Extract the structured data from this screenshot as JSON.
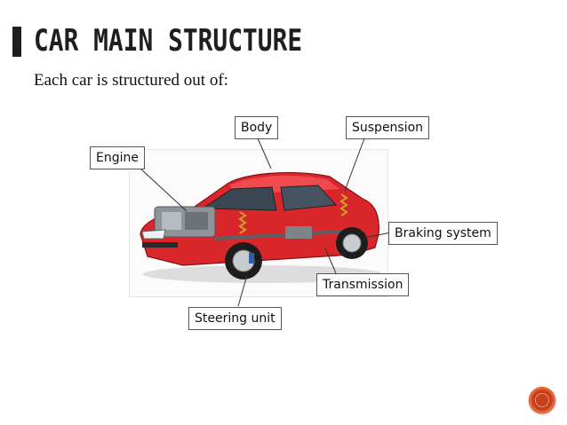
{
  "slide": {
    "title": "CAR MAIN STRUCTURE",
    "subtitle": "Each car is structured out of:"
  },
  "callouts": {
    "body": "Body",
    "suspension": "Suspension",
    "engine": "Engine",
    "braking": "Braking system",
    "transmission": "Transmission",
    "steering": "Steering unit"
  },
  "colors": {
    "car_red": "#d8262b",
    "nav_button": "#c7401a"
  },
  "icons": {
    "nav": "next-slide-icon",
    "figure": "car-cutaway-icon"
  }
}
